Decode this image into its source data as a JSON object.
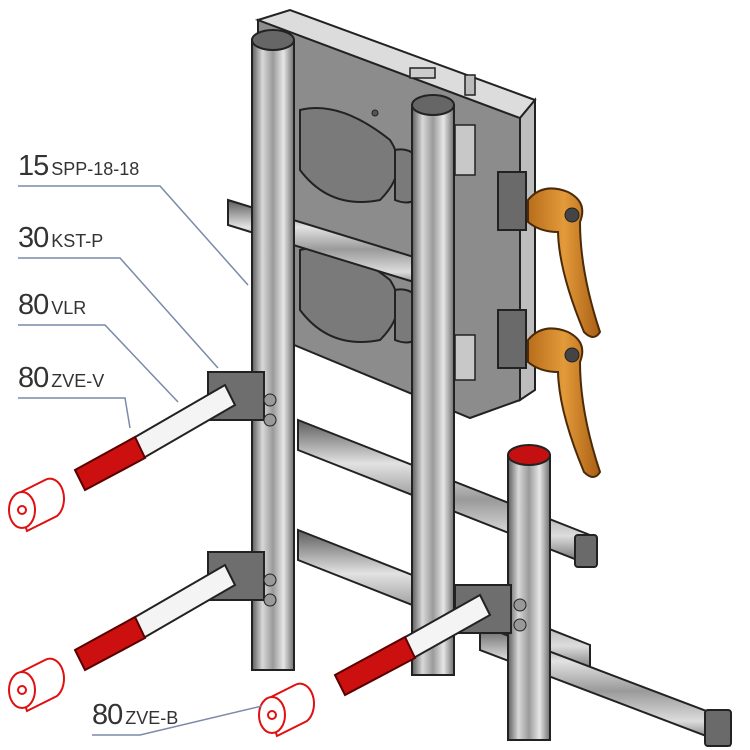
{
  "diagram": {
    "type": "isometric assembly drawing",
    "subject": "aluminium profile fixture frame with clamp levers and locating pins",
    "colors": {
      "background": "#ffffff",
      "profile_light": "#d9d9d9",
      "profile_mid": "#a8a8a8",
      "profile_dark": "#6e6e6e",
      "plate": "#8a8a8a",
      "lever": "#d4892a",
      "pin_red": "#cc1010",
      "pin_white": "#f4f4f4",
      "end_cap_red": "#c41010",
      "leader_line": "#7a8aa8",
      "label_text": "#333333"
    }
  },
  "callouts": [
    {
      "id": "spp",
      "qty": "15",
      "code": "SPP-18-18"
    },
    {
      "id": "kst",
      "qty": "30",
      "code": "KST-P"
    },
    {
      "id": "vlr",
      "qty": "80",
      "code": "VLR"
    },
    {
      "id": "zvev",
      "qty": "80",
      "code": "ZVE-V"
    },
    {
      "id": "zveb",
      "qty": "80",
      "code": "ZVE-B"
    }
  ]
}
